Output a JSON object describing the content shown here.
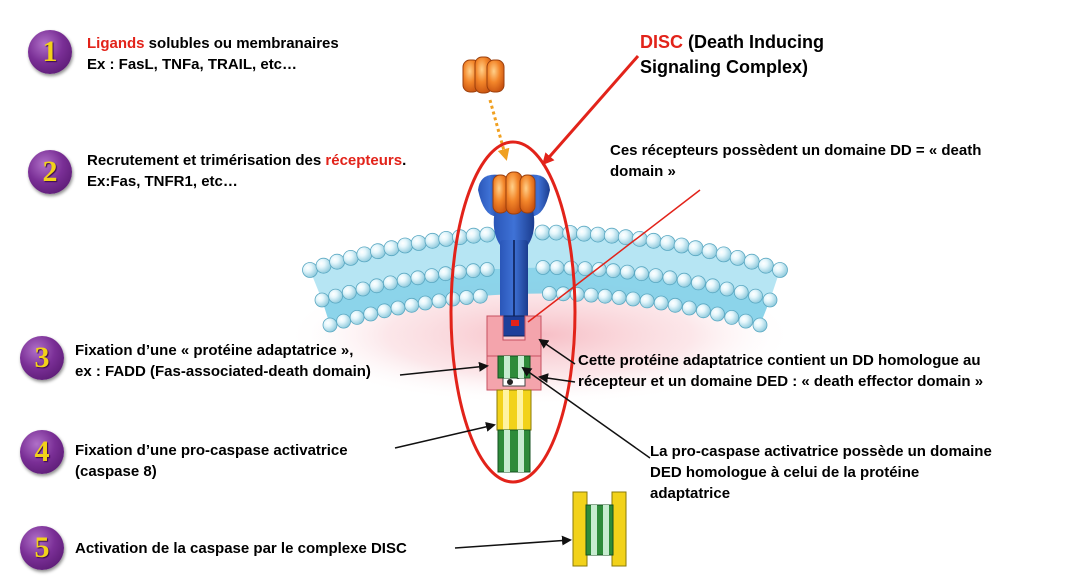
{
  "steps": [
    {
      "number": "1",
      "line1_highlight": "Ligands",
      "line1_rest": " solubles ou membranaires",
      "line2": "Ex : FasL, TNFa, TRAIL, etc…"
    },
    {
      "number": "2",
      "line1_before": "Recrutement et trimérisation des ",
      "line1_highlight": "récepteurs",
      "line1_after": ".",
      "line2": "Ex:Fas, TNFR1, etc…"
    },
    {
      "number": "3",
      "line1": "Fixation d’une « protéine adaptatrice »,",
      "line2": "ex : FADD (Fas-associated-death domain)"
    },
    {
      "number": "4",
      "line1": "Fixation d’une pro-caspase activatrice",
      "line2": "(caspase 8)"
    },
    {
      "number": "5",
      "line1": "Activation de la caspase par le complexe DISC"
    }
  ],
  "disc": {
    "highlight": "DISC",
    "line1_rest": " (Death Inducing",
    "line2": "Signaling Complex)"
  },
  "annotations": {
    "dd_domain": {
      "line1": "Ces récepteurs possèdent un domaine DD = « death",
      "line2": "domain »"
    },
    "adaptor": {
      "line1": "Cette protéine adaptatrice contient un DD homologue au",
      "line2": "récepteur et un domaine DED : « death effector domain »"
    },
    "procaspase": {
      "line1": "La pro-caspase activatrice possède un domaine",
      "line2": "DED homologue à celui de la protéine",
      "line3": "adaptatrice"
    }
  },
  "colors": {
    "badge": "#7a2f96",
    "badge_digit": "#f2d21a",
    "highlight_red": "#e2231a",
    "receptor_blue": "#1d3f9a",
    "ligand_orange": "#f07a1e",
    "membrane_blue": "#8fd3ea",
    "fadd_pink": "#f4a4ac",
    "caspase_green": "#2e8b3a",
    "caspase_yellow": "#f2d21a"
  }
}
